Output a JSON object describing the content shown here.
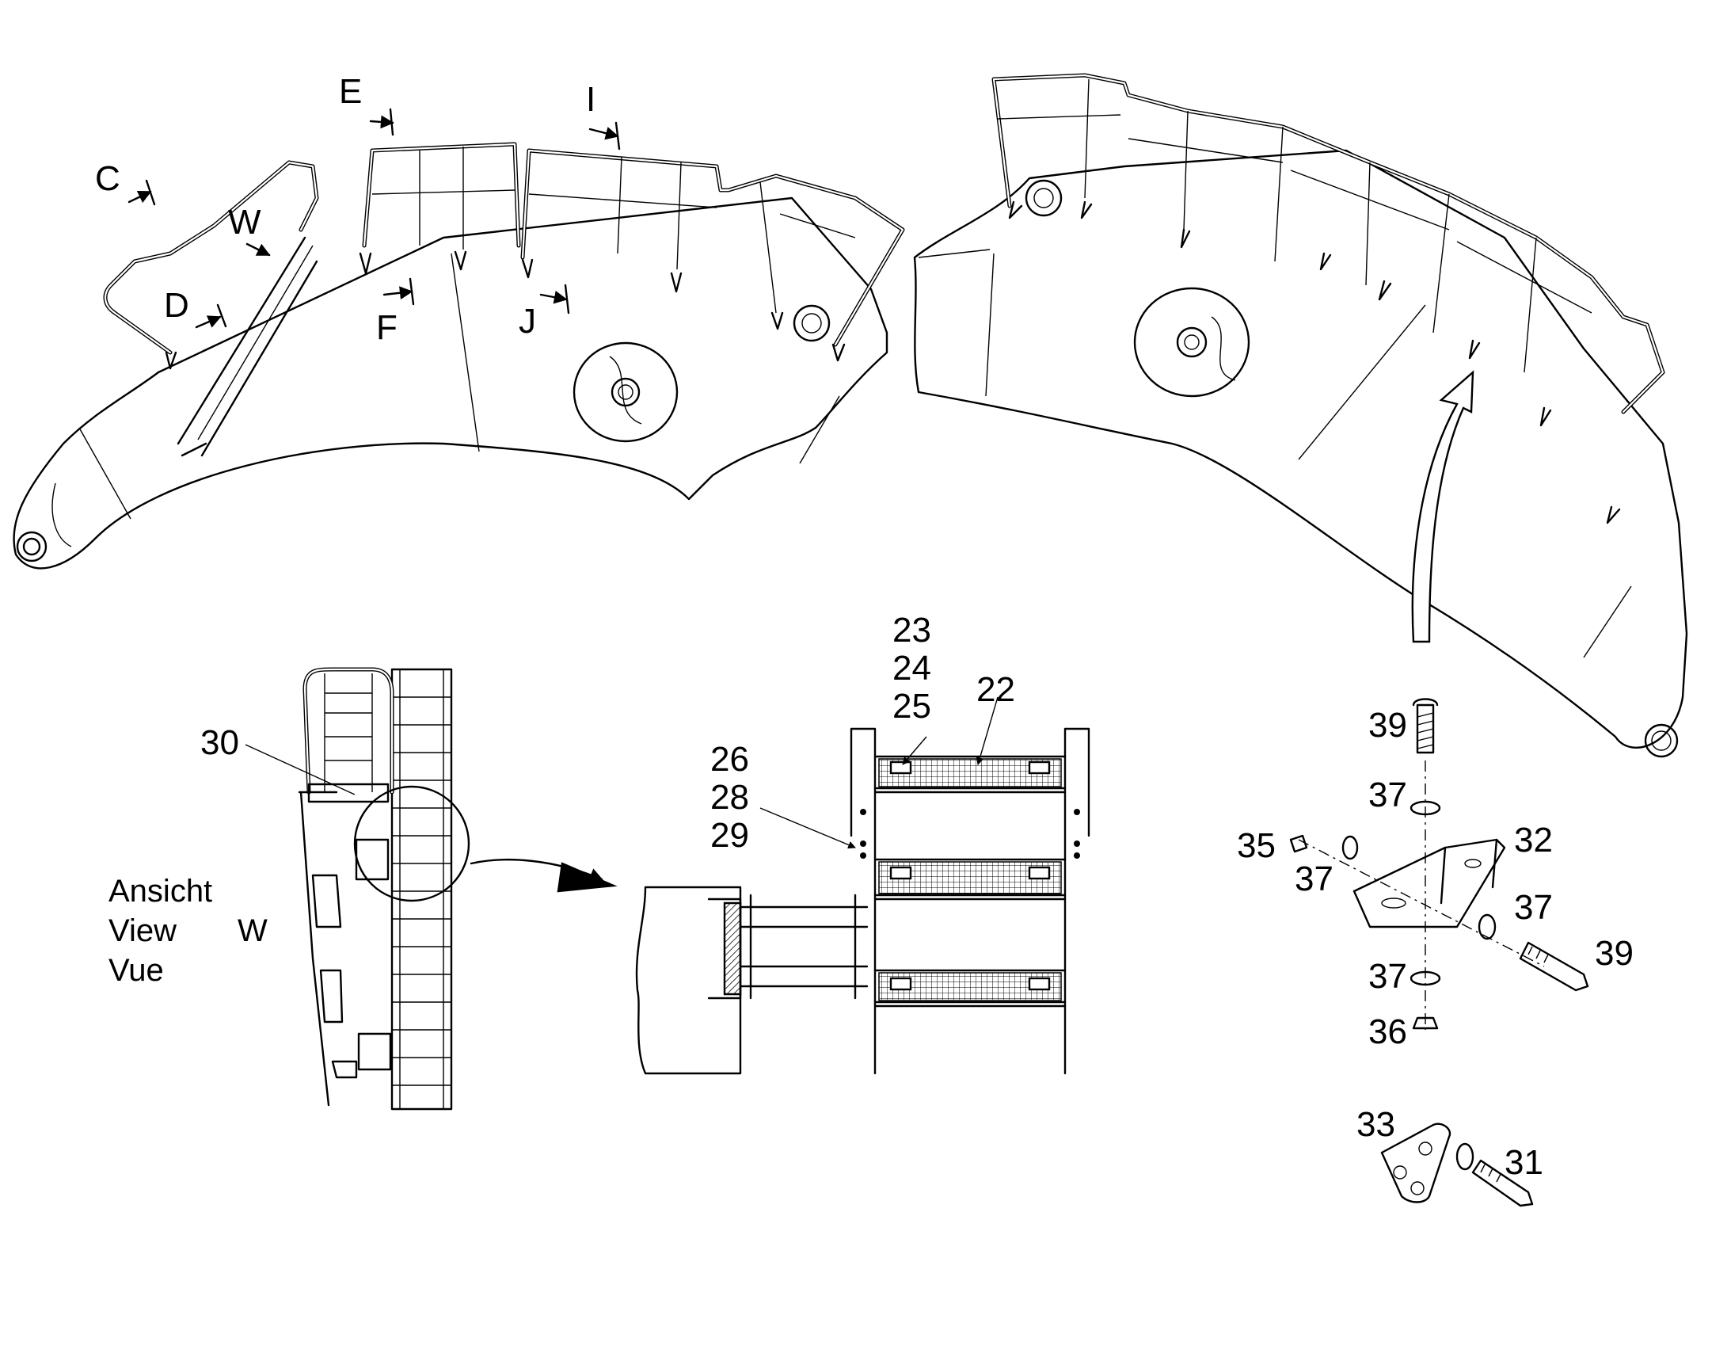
{
  "diagram": {
    "section_markers": {
      "c": "C",
      "d": "D",
      "e": "E",
      "f": "F",
      "i": "I",
      "j": "J",
      "w": "W"
    },
    "view_caption": {
      "line1": "Ansicht",
      "line2": "View",
      "line3": "Vue",
      "letter": "W"
    },
    "part_numbers": {
      "p22": "22",
      "p23": "23",
      "p24": "24",
      "p25": "25",
      "p26": "26",
      "p28": "28",
      "p29": "29",
      "p30": "30",
      "p31": "31",
      "p32": "32",
      "p33": "33",
      "p35": "35",
      "p36": "36",
      "p37a": "37",
      "p37b": "37",
      "p37c": "37",
      "p37d": "37",
      "p39a": "39",
      "p39b": "39"
    }
  }
}
